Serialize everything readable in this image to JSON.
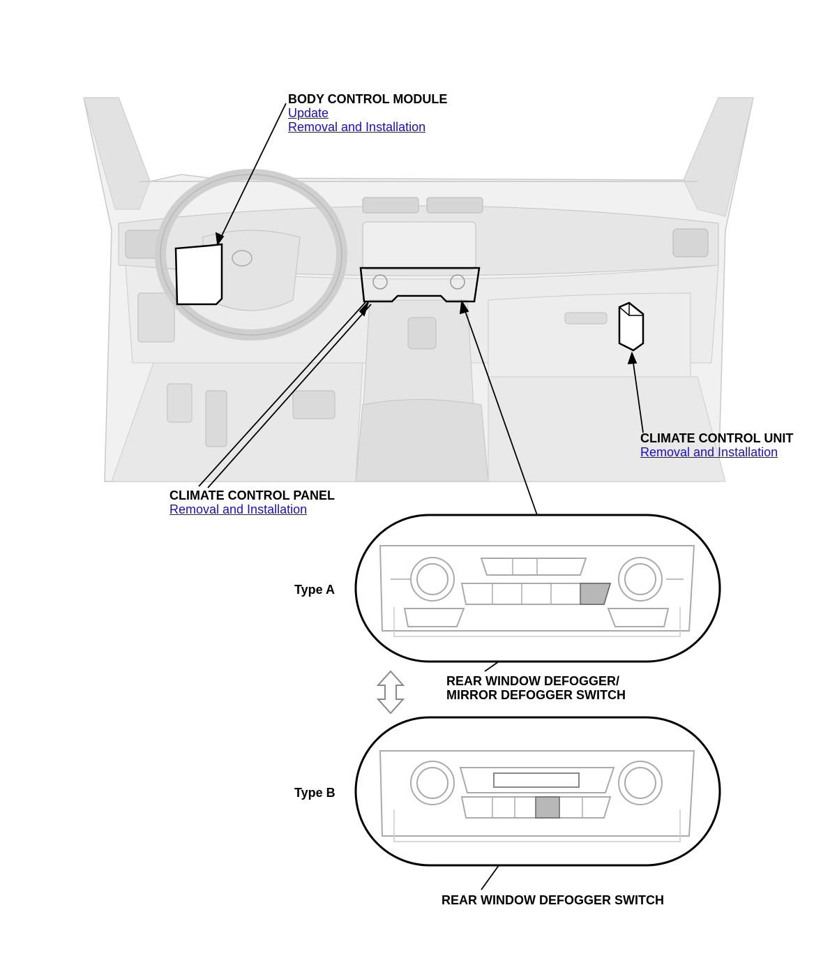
{
  "labels": {
    "bcm": {
      "title": "BODY CONTROL MODULE",
      "links": [
        "Update",
        "Removal and Installation"
      ]
    },
    "ccu": {
      "title": "CLIMATE CONTROL UNIT",
      "links": [
        "Removal and Installation"
      ]
    },
    "ccp": {
      "title": "CLIMATE CONTROL PANEL",
      "links": [
        "Removal and Installation"
      ]
    },
    "type_a": "Type A",
    "type_b": "Type B",
    "switch_a": [
      "REAR WINDOW DEFOGGER/",
      "MIRROR DEFOGGER SWITCH"
    ],
    "switch_b": "REAR WINDOW DEFOGGER SWITCH"
  },
  "colors": {
    "link": "#1a0dcc",
    "line": "#000000",
    "panel": "#b8b8b8"
  }
}
